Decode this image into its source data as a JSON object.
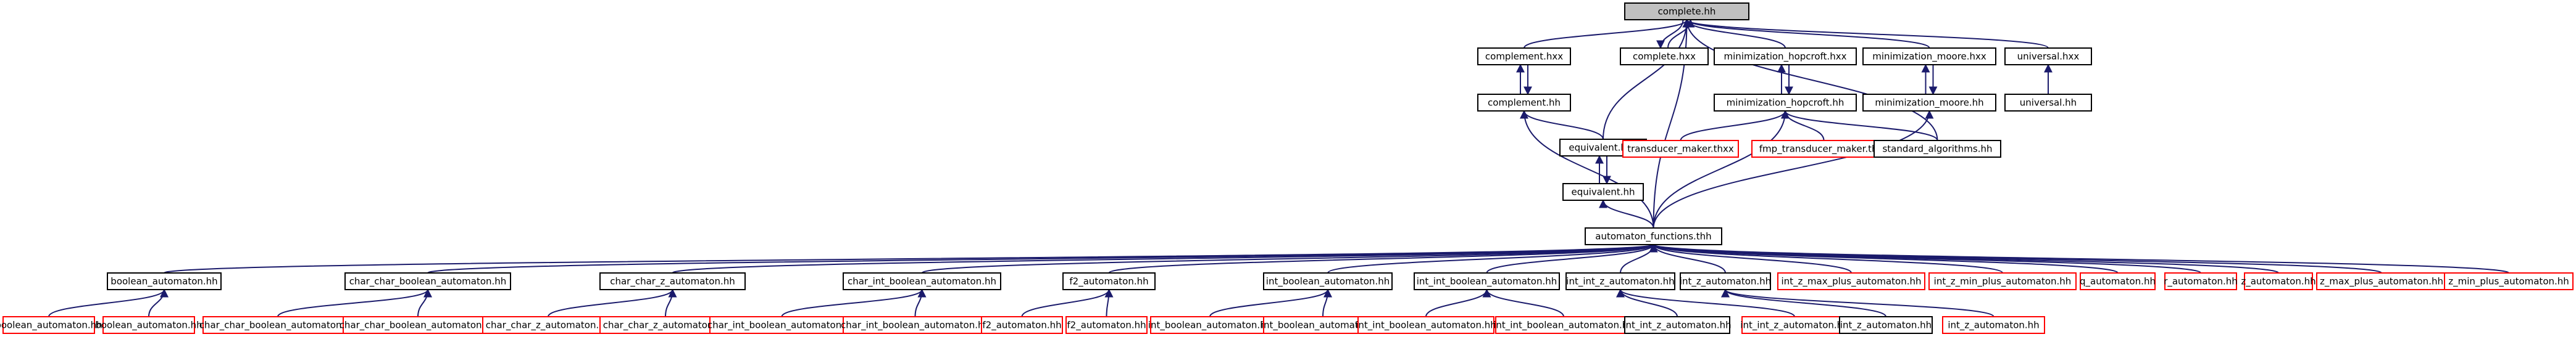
{
  "diagram": {
    "colors": {
      "edge": "#1a1a6b",
      "box_black": "#000000",
      "box_red": "#ff0000",
      "root_fill": "#c0c0c0",
      "background": "#ffffff"
    },
    "nodes": [
      {
        "id": "n_complete_hh",
        "label": "complete.hh",
        "style": "root"
      },
      {
        "id": "n_complement_hxx",
        "label": "complement.hxx",
        "style": "black"
      },
      {
        "id": "n_complete_hxx",
        "label": "complete.hxx",
        "style": "black"
      },
      {
        "id": "n_minhop_hxx",
        "label": "minimization_hopcroft.hxx",
        "style": "black"
      },
      {
        "id": "n_minmoore_hxx",
        "label": "minimization_moore.hxx",
        "style": "black"
      },
      {
        "id": "n_universal_hxx",
        "label": "universal.hxx",
        "style": "black"
      },
      {
        "id": "n_complement_hh",
        "label": "complement.hh",
        "style": "black"
      },
      {
        "id": "n_minhop_hh",
        "label": "minimization_hopcroft.hh",
        "style": "black"
      },
      {
        "id": "n_minmoore_hh",
        "label": "minimization_moore.hh",
        "style": "black"
      },
      {
        "id": "n_universal_hh",
        "label": "universal.hh",
        "style": "black"
      },
      {
        "id": "n_equivalent_hxx",
        "label": "equivalent.hxx",
        "style": "black"
      },
      {
        "id": "n_transducer_maker",
        "label": "transducer_maker.thxx",
        "style": "red"
      },
      {
        "id": "n_fmp_transducer_maker",
        "label": "fmp_transducer_maker.thxx",
        "style": "red"
      },
      {
        "id": "n_standard_algorithms",
        "label": "standard_algorithms.hh",
        "style": "black"
      },
      {
        "id": "n_equivalent_hh",
        "label": "equivalent.hh",
        "style": "black"
      },
      {
        "id": "n_automaton_functions",
        "label": "automaton_functions.thh",
        "style": "black"
      },
      {
        "id": "n_l3_boolean",
        "label": "boolean_automaton.hh",
        "style": "black"
      },
      {
        "id": "n_l3_char_char_boolean",
        "label": "char_char_boolean_automaton.hh",
        "style": "black"
      },
      {
        "id": "n_l3_char_char_z",
        "label": "char_char_z_automaton.hh",
        "style": "black"
      },
      {
        "id": "n_l3_char_int_boolean",
        "label": "char_int_boolean_automaton.hh",
        "style": "black"
      },
      {
        "id": "n_l3_f2",
        "label": "f2_automaton.hh",
        "style": "black"
      },
      {
        "id": "n_l3_int_boolean",
        "label": "int_boolean_automaton.hh",
        "style": "black"
      },
      {
        "id": "n_l3_int_int_boolean",
        "label": "int_int_boolean_automaton.hh",
        "style": "black"
      },
      {
        "id": "n_l3_int_int_z",
        "label": "int_int_z_automaton.hh",
        "style": "black"
      },
      {
        "id": "n_l3_int_z",
        "label": "int_z_automaton.hh",
        "style": "black"
      },
      {
        "id": "n_int_z_max_plus",
        "label": "int_z_max_plus_automaton.hh",
        "style": "red"
      },
      {
        "id": "n_int_z_min_plus",
        "label": "int_z_min_plus_automaton.hh",
        "style": "red"
      },
      {
        "id": "n_q",
        "label": "q_automaton.hh",
        "style": "red"
      },
      {
        "id": "n_r",
        "label": "r_automaton.hh",
        "style": "red"
      },
      {
        "id": "n_z",
        "label": "z_automaton.hh",
        "style": "red"
      },
      {
        "id": "n_z_max_plus",
        "label": "z_max_plus_automaton.hh",
        "style": "red"
      },
      {
        "id": "n_z_min_plus",
        "label": "z_min_plus_automaton.hh",
        "style": "red"
      },
      {
        "id": "n_l4_boolean_a",
        "label": "boolean_automaton.hh",
        "style": "red"
      },
      {
        "id": "n_l4_boolean_b",
        "label": "boolean_automaton.hh",
        "style": "red"
      },
      {
        "id": "n_l4_ccb_a",
        "label": "char_char_boolean_automaton.hh",
        "style": "red"
      },
      {
        "id": "n_l4_ccb_b",
        "label": "char_char_boolean_automaton.hh",
        "style": "red"
      },
      {
        "id": "n_l4_ccz_a",
        "label": "char_char_z_automaton.hh",
        "style": "red"
      },
      {
        "id": "n_l4_ccz_b",
        "label": "char_char_z_automaton.hh",
        "style": "red"
      },
      {
        "id": "n_l4_cib_a",
        "label": "char_int_boolean_automaton.hh",
        "style": "red"
      },
      {
        "id": "n_l4_cib_b",
        "label": "char_int_boolean_automaton.hh",
        "style": "red"
      },
      {
        "id": "n_l4_f2_a",
        "label": "f2_automaton.hh",
        "style": "red"
      },
      {
        "id": "n_l4_f2_b",
        "label": "f2_automaton.hh",
        "style": "red"
      },
      {
        "id": "n_l4_ib_a",
        "label": "int_boolean_automaton.hh",
        "style": "red"
      },
      {
        "id": "n_l4_ib_b",
        "label": "int_boolean_automaton.hh",
        "style": "red"
      },
      {
        "id": "n_l4_iib_a",
        "label": "int_int_boolean_automaton.hh",
        "style": "red"
      },
      {
        "id": "n_l4_iib_b",
        "label": "int_int_boolean_automaton.hh",
        "style": "red"
      },
      {
        "id": "n_l4_iiz_a",
        "label": "int_int_z_automaton.hh",
        "style": "black"
      },
      {
        "id": "n_l4_iiz_b",
        "label": "int_int_z_automaton.hh",
        "style": "red"
      },
      {
        "id": "n_l4_iz_a",
        "label": "int_z_automaton.hh",
        "style": "black"
      },
      {
        "id": "n_l4_iz_b",
        "label": "int_z_automaton.hh",
        "style": "red"
      }
    ],
    "edges": [
      [
        "n_complement_hxx",
        "n_complete_hh"
      ],
      [
        "n_complete_hxx",
        "n_complete_hh"
      ],
      [
        "n_minhop_hxx",
        "n_complete_hh"
      ],
      [
        "n_minmoore_hxx",
        "n_complete_hh"
      ],
      [
        "n_universal_hxx",
        "n_complete_hh"
      ],
      [
        "n_equivalent_hxx",
        "n_complete_hh"
      ],
      [
        "n_standard_algorithms",
        "n_complete_hh"
      ],
      [
        "n_automaton_functions",
        "n_complete_hh"
      ],
      [
        "n_complete_hh",
        "n_complete_hxx"
      ],
      [
        "n_complement_hh",
        "n_complement_hxx"
      ],
      [
        "n_complement_hxx",
        "n_complement_hh"
      ],
      [
        "n_minhop_hh",
        "n_minhop_hxx"
      ],
      [
        "n_minhop_hxx",
        "n_minhop_hh"
      ],
      [
        "n_minmoore_hh",
        "n_minmoore_hxx"
      ],
      [
        "n_minmoore_hxx",
        "n_minmoore_hh"
      ],
      [
        "n_universal_hh",
        "n_universal_hxx"
      ],
      [
        "n_equivalent_hxx",
        "n_complement_hh"
      ],
      [
        "n_automaton_functions",
        "n_complement_hh"
      ],
      [
        "n_transducer_maker",
        "n_minhop_hh"
      ],
      [
        "n_fmp_transducer_maker",
        "n_minhop_hh"
      ],
      [
        "n_standard_algorithms",
        "n_minhop_hh"
      ],
      [
        "n_automaton_functions",
        "n_minhop_hh"
      ],
      [
        "n_automaton_functions",
        "n_minmoore_hh"
      ],
      [
        "n_equivalent_hh",
        "n_equivalent_hxx"
      ],
      [
        "n_equivalent_hxx",
        "n_equivalent_hh"
      ],
      [
        "n_automaton_functions",
        "n_equivalent_hh"
      ],
      [
        "n_l3_boolean",
        "n_automaton_functions"
      ],
      [
        "n_l3_char_char_boolean",
        "n_automaton_functions"
      ],
      [
        "n_l3_char_char_z",
        "n_automaton_functions"
      ],
      [
        "n_l3_char_int_boolean",
        "n_automaton_functions"
      ],
      [
        "n_l3_f2",
        "n_automaton_functions"
      ],
      [
        "n_l3_int_boolean",
        "n_automaton_functions"
      ],
      [
        "n_l3_int_int_boolean",
        "n_automaton_functions"
      ],
      [
        "n_l3_int_int_z",
        "n_automaton_functions"
      ],
      [
        "n_l3_int_z",
        "n_automaton_functions"
      ],
      [
        "n_int_z_max_plus",
        "n_automaton_functions"
      ],
      [
        "n_int_z_min_plus",
        "n_automaton_functions"
      ],
      [
        "n_q",
        "n_automaton_functions"
      ],
      [
        "n_r",
        "n_automaton_functions"
      ],
      [
        "n_z",
        "n_automaton_functions"
      ],
      [
        "n_z_max_plus",
        "n_automaton_functions"
      ],
      [
        "n_z_min_plus",
        "n_automaton_functions"
      ],
      [
        "n_l4_boolean_a",
        "n_l3_boolean"
      ],
      [
        "n_l4_boolean_b",
        "n_l3_boolean"
      ],
      [
        "n_l4_ccb_a",
        "n_l3_char_char_boolean"
      ],
      [
        "n_l4_ccb_b",
        "n_l3_char_char_boolean"
      ],
      [
        "n_l4_ccz_a",
        "n_l3_char_char_z"
      ],
      [
        "n_l4_ccz_b",
        "n_l3_char_char_z"
      ],
      [
        "n_l4_cib_a",
        "n_l3_char_int_boolean"
      ],
      [
        "n_l4_cib_b",
        "n_l3_char_int_boolean"
      ],
      [
        "n_l4_f2_a",
        "n_l3_f2"
      ],
      [
        "n_l4_f2_b",
        "n_l3_f2"
      ],
      [
        "n_l4_ib_a",
        "n_l3_int_boolean"
      ],
      [
        "n_l4_ib_b",
        "n_l3_int_boolean"
      ],
      [
        "n_l4_iib_a",
        "n_l3_int_int_boolean"
      ],
      [
        "n_l4_iib_b",
        "n_l3_int_int_boolean"
      ],
      [
        "n_l4_iiz_a",
        "n_l3_int_int_z"
      ],
      [
        "n_l4_iiz_b",
        "n_l3_int_int_z"
      ],
      [
        "n_l4_iz_a",
        "n_l3_int_z"
      ],
      [
        "n_l4_iz_b",
        "n_l3_int_z"
      ]
    ]
  }
}
